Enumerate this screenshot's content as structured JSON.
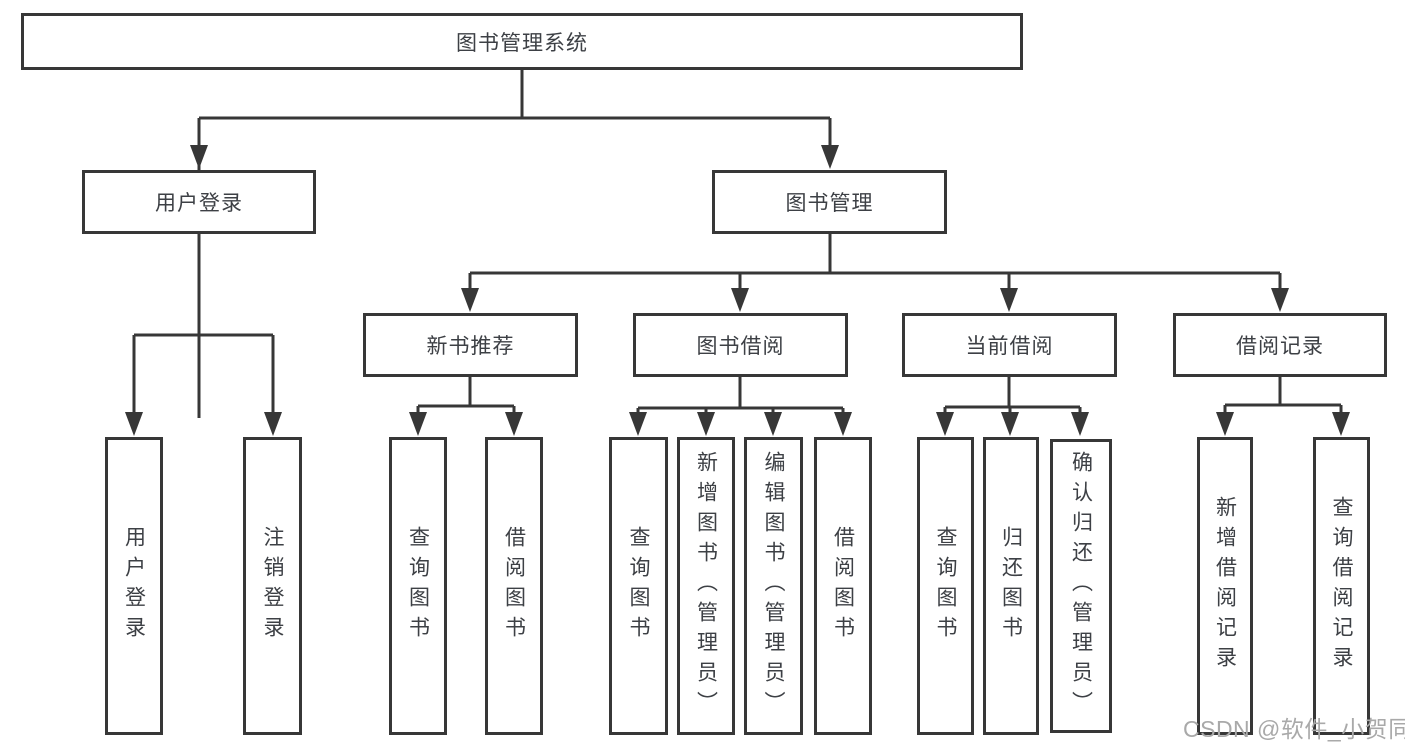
{
  "root": {
    "label": "图书管理系统"
  },
  "branches": [
    {
      "label": "用户登录",
      "leaves": [
        {
          "label": "用户登录"
        },
        {
          "label": "注销登录"
        }
      ]
    },
    {
      "label": "图书管理",
      "groups": [
        {
          "label": "新书推荐",
          "leaves": [
            {
              "label": "查询图书"
            },
            {
              "label": "借阅图书"
            }
          ]
        },
        {
          "label": "图书借阅",
          "leaves": [
            {
              "label": "查询图书"
            },
            {
              "label": "新增图书（管理员）"
            },
            {
              "label": "编辑图书（管理员）"
            },
            {
              "label": "借阅图书"
            }
          ]
        },
        {
          "label": "当前借阅",
          "leaves": [
            {
              "label": "查询图书"
            },
            {
              "label": "归还图书"
            },
            {
              "label": "确认归还（管理员）"
            }
          ]
        },
        {
          "label": "借阅记录",
          "leaves": [
            {
              "label": "新增借阅记录"
            },
            {
              "label": "查询借阅记录"
            }
          ]
        }
      ]
    }
  ],
  "watermark": {
    "text": "CSDN @软件_小贺同学"
  },
  "colors": {
    "line": "#373737",
    "box_border": "#373737",
    "text": "#3d4045",
    "watermark": "#a9a9a9",
    "background": "#ffffff"
  }
}
